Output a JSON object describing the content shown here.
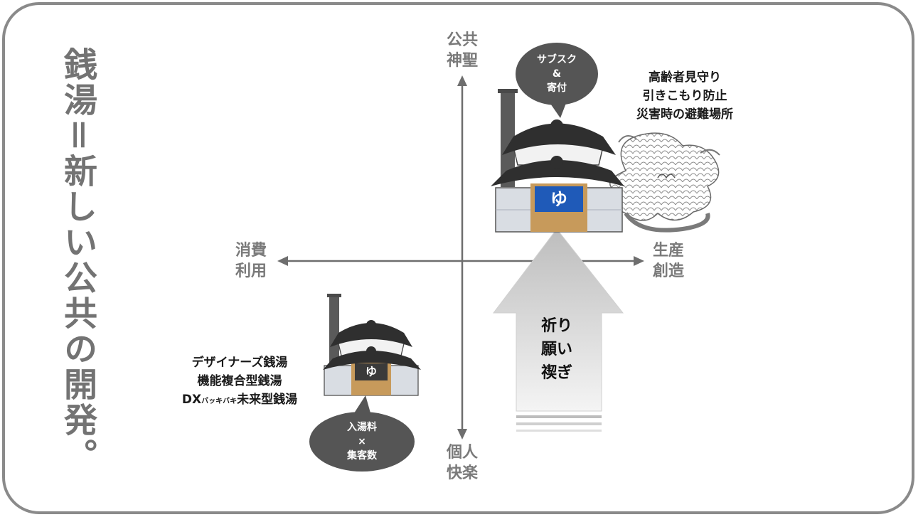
{
  "title": "銭湯＝新しい公共の開発。",
  "axes": {
    "top": "公共\n神聖",
    "bottom": "個人\n快楽",
    "left": "消費\n利用",
    "right": "生産\n創造"
  },
  "upper_bathhouse": {
    "bubble": "サブスク\n&\n寄付",
    "noren": "ゆ",
    "features": [
      "高齢者見守り",
      "引きこもり防止",
      "災害時の避難場所"
    ]
  },
  "lower_bathhouse": {
    "bubble": "入湯料\n×\n集客数",
    "noren": "ゆ",
    "features": [
      {
        "text": "デザイナーズ銭湯"
      },
      {
        "text": "機能複合型銭湯"
      },
      {
        "prefix": "DX",
        "small": "バッキバキ",
        "suffix": "未来型銭湯"
      }
    ]
  },
  "big_arrow": {
    "label": "祈り\n願い\n禊ぎ"
  },
  "colors": {
    "frame": "#8a8a8a",
    "axis": "#6e6e6e",
    "bubble": "#555555",
    "roof": "#2f2f2f",
    "noren": "#1f5ab8"
  },
  "icons": [
    "bathhouse-illustration",
    "dragon-illustration"
  ]
}
